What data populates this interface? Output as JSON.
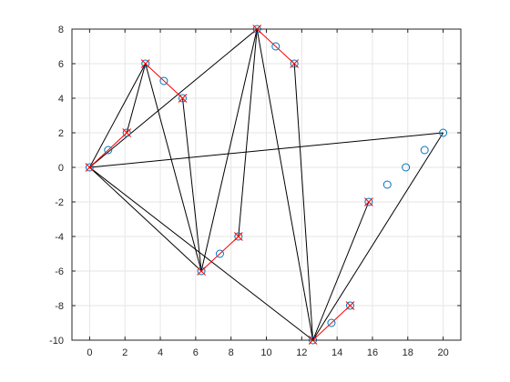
{
  "chart_data": {
    "type": "scatter",
    "title": "",
    "xlabel": "",
    "ylabel": "",
    "xlim": [
      -1,
      21
    ],
    "ylim": [
      -10,
      8
    ],
    "grid": true,
    "x_ticks": [
      0,
      2,
      4,
      6,
      8,
      10,
      12,
      14,
      16,
      18,
      20
    ],
    "y_ticks": [
      -10,
      -8,
      -6,
      -4,
      -2,
      0,
      2,
      4,
      6,
      8
    ],
    "series": [
      {
        "type": "points",
        "marker": "circle",
        "color": "#0072bd",
        "points": [
          [
            0,
            0
          ],
          [
            1.05,
            1
          ],
          [
            2.1,
            2
          ],
          [
            3.16,
            6
          ],
          [
            4.2,
            5
          ],
          [
            5.26,
            4
          ],
          [
            6.32,
            -6
          ],
          [
            7.37,
            -5
          ],
          [
            8.42,
            -4
          ],
          [
            9.47,
            8
          ],
          [
            10.53,
            7
          ],
          [
            11.58,
            6
          ],
          [
            12.63,
            -10
          ],
          [
            13.68,
            -9
          ],
          [
            14.74,
            -8
          ],
          [
            15.79,
            -2
          ],
          [
            16.84,
            -1
          ],
          [
            17.89,
            0
          ],
          [
            18.95,
            1
          ],
          [
            20,
            2
          ]
        ]
      },
      {
        "type": "points",
        "marker": "x",
        "color": "#ff0000",
        "points": [
          [
            0,
            0
          ],
          [
            2.1,
            2
          ],
          [
            3.16,
            6
          ],
          [
            5.26,
            4
          ],
          [
            6.32,
            -6
          ],
          [
            8.42,
            -4
          ],
          [
            9.47,
            8
          ],
          [
            11.58,
            6
          ],
          [
            12.63,
            -10
          ],
          [
            14.74,
            -8
          ],
          [
            15.79,
            -2
          ]
        ]
      },
      {
        "type": "segments",
        "color": "#ff0000",
        "segments": [
          [
            [
              0,
              0
            ],
            [
              2.1,
              2
            ]
          ],
          [
            [
              3.16,
              6
            ],
            [
              5.26,
              4
            ]
          ],
          [
            [
              6.32,
              -6
            ],
            [
              8.42,
              -4
            ]
          ],
          [
            [
              9.47,
              8
            ],
            [
              11.58,
              6
            ]
          ],
          [
            [
              12.63,
              -10
            ],
            [
              14.74,
              -8
            ]
          ]
        ]
      },
      {
        "type": "segments",
        "color": "#000000",
        "segments": [
          [
            [
              0,
              0
            ],
            [
              3.16,
              6
            ]
          ],
          [
            [
              0,
              0
            ],
            [
              9.47,
              8
            ]
          ],
          [
            [
              0,
              0
            ],
            [
              6.32,
              -6
            ]
          ],
          [
            [
              0,
              0
            ],
            [
              12.63,
              -10
            ]
          ],
          [
            [
              0,
              0
            ],
            [
              20,
              2
            ]
          ],
          [
            [
              2.1,
              2
            ],
            [
              3.16,
              6
            ]
          ],
          [
            [
              3.16,
              6
            ],
            [
              6.32,
              -6
            ]
          ],
          [
            [
              5.26,
              4
            ],
            [
              6.32,
              -6
            ]
          ],
          [
            [
              6.32,
              -6
            ],
            [
              9.47,
              8
            ]
          ],
          [
            [
              8.42,
              -4
            ],
            [
              9.47,
              8
            ]
          ],
          [
            [
              9.47,
              8
            ],
            [
              12.63,
              -10
            ]
          ],
          [
            [
              11.58,
              6
            ],
            [
              12.63,
              -10
            ]
          ],
          [
            [
              12.63,
              -10
            ],
            [
              15.79,
              -2
            ]
          ],
          [
            [
              12.63,
              -10
            ],
            [
              20,
              2
            ]
          ]
        ]
      }
    ]
  }
}
